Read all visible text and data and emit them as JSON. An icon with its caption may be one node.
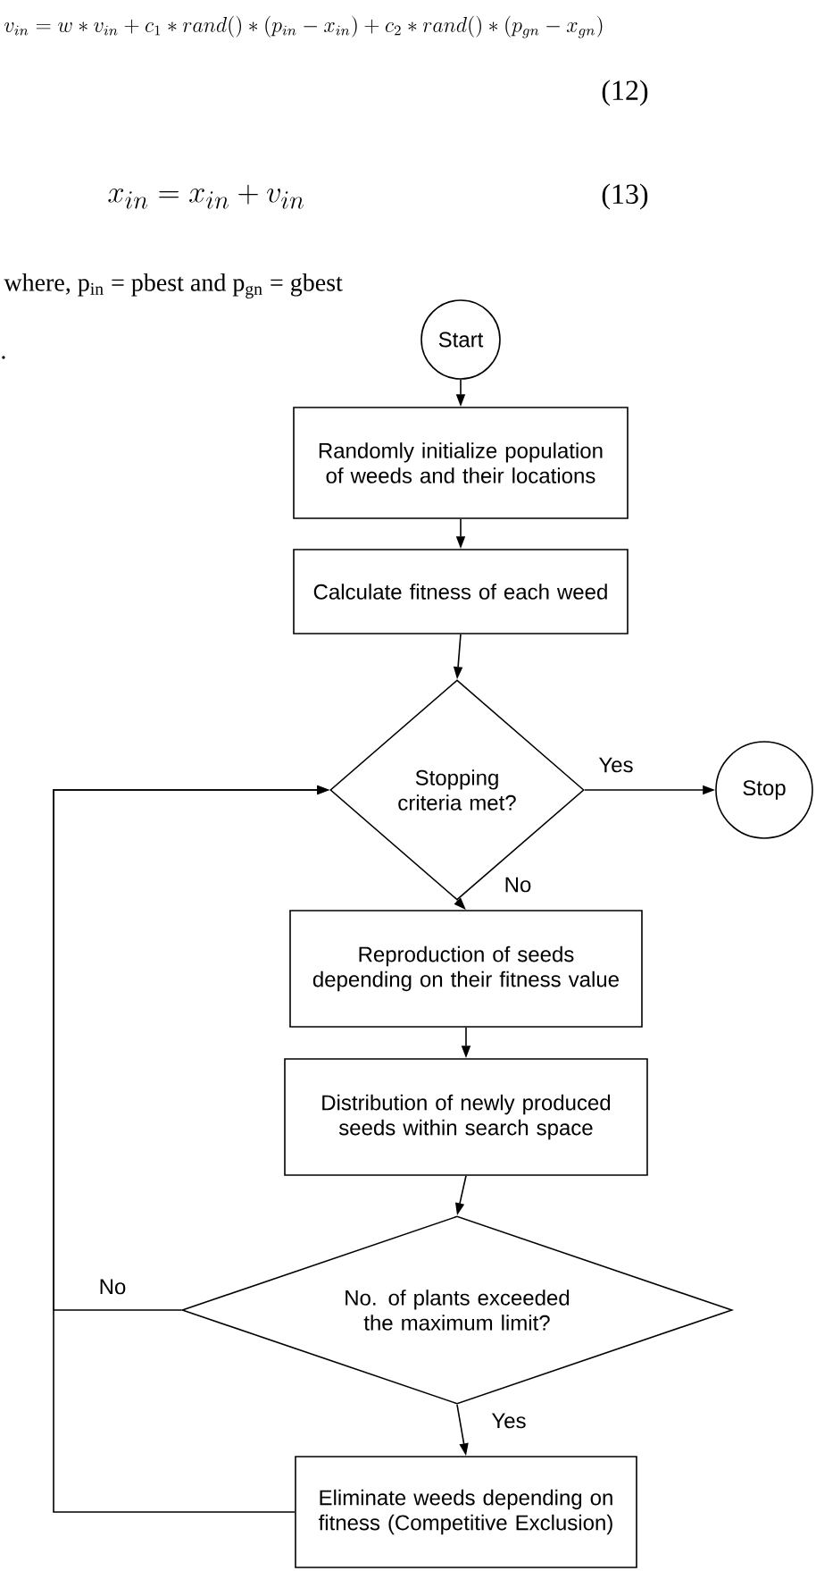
{
  "diagram": {
    "nodes": [
      {
        "text": [
          "Start"
        ]
      },
      {
        "text": [
          "Randomly initialize population of weeds and their locations"
        ]
      },
      {
        "text": [
          "Calculate fitness of each weed"
        ]
      },
      {
        "text": [
          "Stopping criteria met?"
        ]
      },
      {
        "text": [
          "Stop"
        ]
      },
      {
        "text": [
          "Reproduction of seeds depending on their fitness value"
        ]
      },
      {
        "text": [
          "Distribution of newly produced seeds within search space"
        ]
      },
      {
        "text": [
          "No. of plants exceeded the maximum limit?"
        ]
      },
      {
        "text": [
          "Eliminate weeds depending on fitness (Competitive Exclusion)"
        ]
      }
    ],
    "edges": [
      {
        "from": 0,
        "to": 1,
        "arrow": "to"
      },
      {
        "from": 1,
        "to": 2,
        "arrow": "to"
      },
      {
        "from": 2,
        "to": 3,
        "arrow": "to"
      },
      {
        "from": 3,
        "to": 4,
        "arrow": "to",
        "label": "Yes"
      },
      {
        "from": 3,
        "to": 5,
        "arrow": "to",
        "label": "No"
      },
      {
        "from": 5,
        "to": 6,
        "arrow": "to"
      },
      {
        "from": 6,
        "to": 7,
        "arrow": "to"
      },
      {
        "from": 7,
        "to": 3,
        "arrow": "to",
        "label": "No"
      },
      {
        "from": 8,
        "to": 3,
        "arrow": "to"
      },
      {
        "from": 7,
        "to": 8,
        "arrow": "to",
        "label": "Yes"
      }
    ],
    "labels": [
      "v_{in} = w*v_{in} + c_1*rand()*(p_{in} - x_{in}) + c_2*rand()*(p_{gn} - x_{gn})",
      "(12)",
      "x_{in} = x_{in} + v_{in}",
      "(13)",
      "where, p$_{in}$ = pbest and p$_{gn}$ = gbest",
      "."
    ]
  }
}
